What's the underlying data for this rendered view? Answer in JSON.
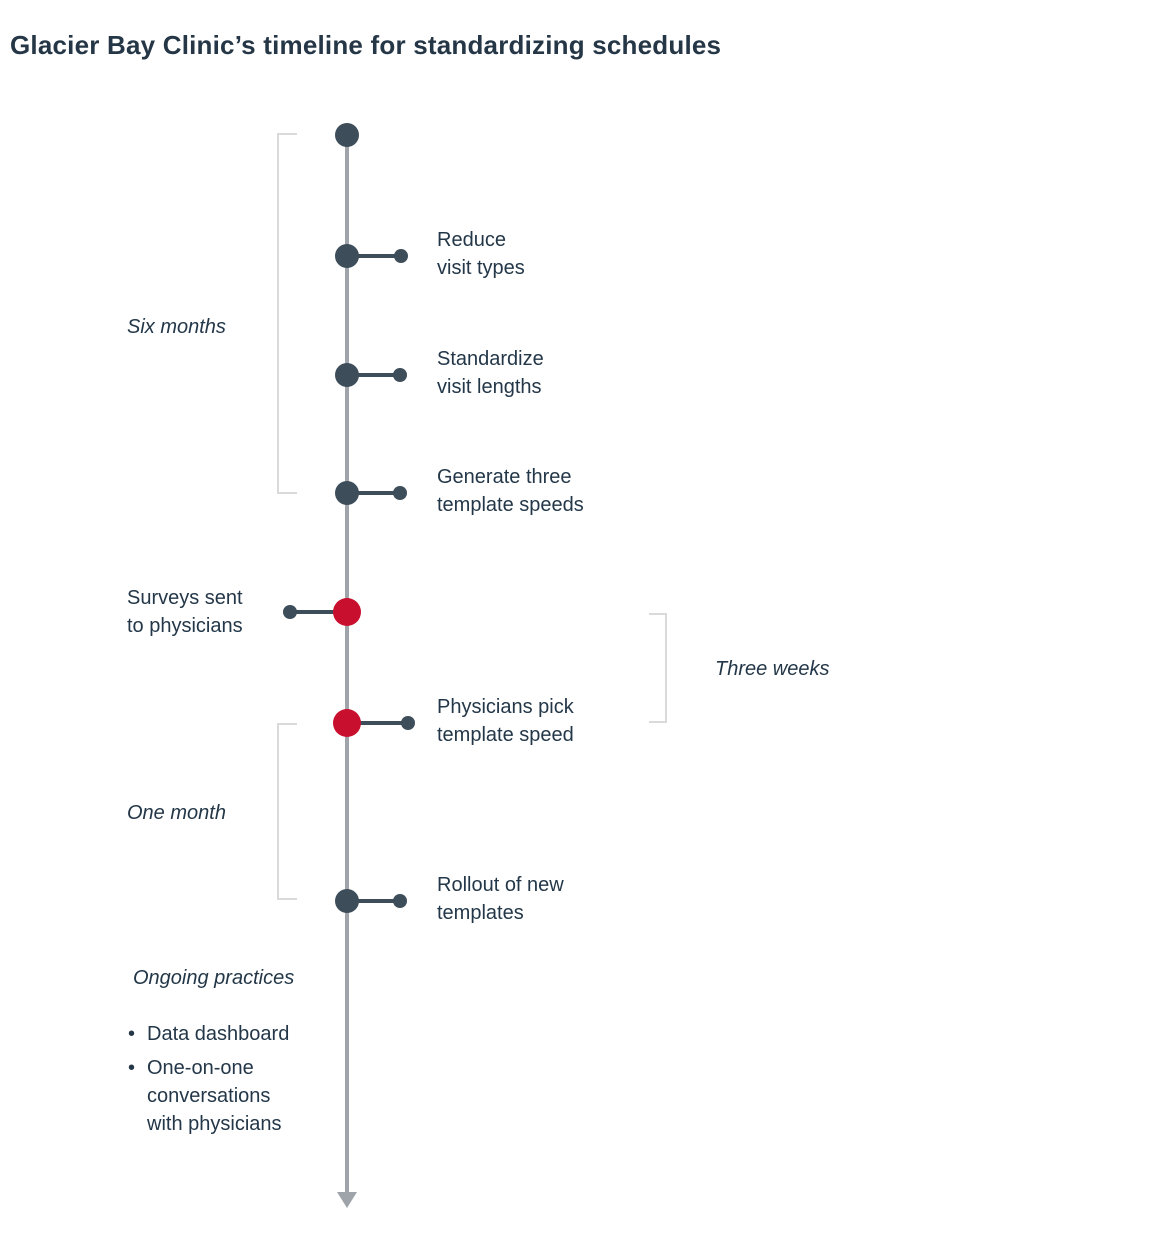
{
  "title": "Glacier Bay Clinic’s timeline for standardizing schedules",
  "colors": {
    "heading_text": "#253746",
    "body_text": "#233748",
    "milestone_slate": "#3d4d5a",
    "milestone_red": "#c8102e",
    "timeline_gray": "#9ea4a9",
    "bracket_gray": "#d8dadc"
  },
  "timeline": {
    "milestones": [
      {
        "label": "Reduce\nvisit types",
        "side": "right",
        "color": "slate"
      },
      {
        "label": "Standardize\nvisit lengths",
        "side": "right",
        "color": "slate"
      },
      {
        "label": "Generate three\ntemplate speeds",
        "side": "right",
        "color": "slate"
      },
      {
        "label": "Surveys sent\nto physicians",
        "side": "left",
        "color": "red"
      },
      {
        "label": "Physicians pick\ntemplate speed",
        "side": "right",
        "color": "red"
      },
      {
        "label": "Rollout of new\ntemplates",
        "side": "right",
        "color": "slate"
      }
    ],
    "periods": [
      {
        "label": "Six months",
        "side": "left"
      },
      {
        "label": "Three weeks",
        "side": "right"
      },
      {
        "label": "One month",
        "side": "left"
      }
    ]
  },
  "ongoing": {
    "title": "Ongoing practices",
    "items": [
      "Data dashboard",
      "One-on-one conversations with physicians"
    ]
  }
}
